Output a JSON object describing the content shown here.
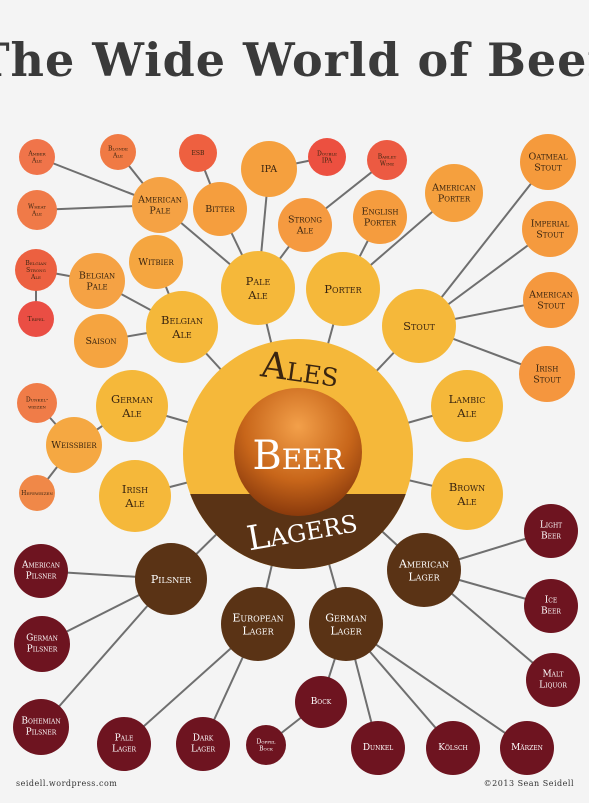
{
  "title": "The Wide World of Beer",
  "footer": {
    "left": "seidell.wordpress.com",
    "right": "©2013 Sean Seidell"
  },
  "colors": {
    "ale_ring": "#f5b83a",
    "ale_parent": "#f5b83a",
    "ale_mid": "#f5a040",
    "ale_leaf": "#f07840",
    "ale_small": "#ec5a3c",
    "lager_band": "#5a3315",
    "lager_parent": "#5a3315",
    "lager_leaf": "#6e1420",
    "beer_core": "#c86a1a",
    "text_dark": "#3a2510",
    "text_light": "#ffffff"
  },
  "center": {
    "core": "Beer",
    "ales": "Ales",
    "lagers": "Lagers"
  },
  "nodes": [
    {
      "id": "amber-ale",
      "label": "Amber Ale",
      "tier": "small"
    },
    {
      "id": "blonde-ale",
      "label": "Blonde Ale",
      "tier": "small"
    },
    {
      "id": "esb",
      "label": "ESB",
      "tier": "small"
    },
    {
      "id": "double-ipa",
      "label": "Double IPA",
      "tier": "small"
    },
    {
      "id": "barley-wine",
      "label": "Barley Wine",
      "tier": "small"
    },
    {
      "id": "wheat-ale",
      "label": "Wheat Ale",
      "tier": "small"
    },
    {
      "id": "american-pale",
      "label": "American Pale",
      "tier": "mid"
    },
    {
      "id": "bitter",
      "label": "Bitter",
      "tier": "mid"
    },
    {
      "id": "ipa",
      "label": "IPA",
      "tier": "mid"
    },
    {
      "id": "strong-ale",
      "label": "Strong Ale",
      "tier": "mid"
    },
    {
      "id": "english-porter",
      "label": "English Porter",
      "tier": "mid"
    },
    {
      "id": "american-porter",
      "label": "American Porter",
      "tier": "mid"
    },
    {
      "id": "oatmeal-stout",
      "label": "Oatmeal Stout",
      "tier": "mid"
    },
    {
      "id": "imperial-stout",
      "label": "Imperial Stout",
      "tier": "mid"
    },
    {
      "id": "american-stout",
      "label": "American Stout",
      "tier": "mid"
    },
    {
      "id": "irish-stout",
      "label": "Irish Stout",
      "tier": "mid"
    },
    {
      "id": "belgian-strong-ale",
      "label": "Belgian Strong Ale",
      "tier": "small"
    },
    {
      "id": "tripel",
      "label": "Tripel",
      "tier": "small"
    },
    {
      "id": "belgian-pale",
      "label": "Belgian Pale",
      "tier": "mid"
    },
    {
      "id": "witbier",
      "label": "Witbier",
      "tier": "mid"
    },
    {
      "id": "saison",
      "label": "Saison",
      "tier": "mid"
    },
    {
      "id": "dunkelweizen",
      "label": "Dunkel-weizen",
      "tier": "small"
    },
    {
      "id": "weissbier",
      "label": "Weissbier",
      "tier": "mid"
    },
    {
      "id": "hefeweizen",
      "label": "Hefeweizen",
      "tier": "small"
    },
    {
      "id": "pale-ale",
      "label": "Pale Ale",
      "tier": "parent"
    },
    {
      "id": "porter",
      "label": "Porter",
      "tier": "parent"
    },
    {
      "id": "stout",
      "label": "Stout",
      "tier": "parent"
    },
    {
      "id": "belgian-ale",
      "label": "Belgian Ale",
      "tier": "parent"
    },
    {
      "id": "german-ale",
      "label": "German Ale",
      "tier": "parent"
    },
    {
      "id": "irish-ale",
      "label": "Irish Ale",
      "tier": "parent"
    },
    {
      "id": "lambic-ale",
      "label": "Lambic Ale",
      "tier": "parent"
    },
    {
      "id": "brown-ale",
      "label": "Brown Ale",
      "tier": "parent"
    },
    {
      "id": "pilsner",
      "label": "Pilsner",
      "tier": "lager-parent"
    },
    {
      "id": "european-lager",
      "label": "European Lager",
      "tier": "lager-parent"
    },
    {
      "id": "german-lager",
      "label": "German Lager",
      "tier": "lager-parent"
    },
    {
      "id": "american-lager",
      "label": "American Lager",
      "tier": "lager-parent"
    },
    {
      "id": "american-pilsner",
      "label": "American Pilsner",
      "tier": "lager-leaf"
    },
    {
      "id": "german-pilsner",
      "label": "German Pilsner",
      "tier": "lager-leaf"
    },
    {
      "id": "bohemian-pilsner",
      "label": "Bohemian Pilsner",
      "tier": "lager-leaf"
    },
    {
      "id": "pale-lager",
      "label": "Pale Lager",
      "tier": "lager-leaf"
    },
    {
      "id": "dark-lager",
      "label": "Dark Lager",
      "tier": "lager-leaf"
    },
    {
      "id": "doppelbock",
      "label": "Doppel Bock",
      "tier": "lager-small"
    },
    {
      "id": "bock",
      "label": "Bock",
      "tier": "lager-leaf"
    },
    {
      "id": "dunkel",
      "label": "Dunkel",
      "tier": "lager-leaf"
    },
    {
      "id": "kolsch",
      "label": "Kölsch",
      "tier": "lager-leaf"
    },
    {
      "id": "marzen",
      "label": "Märzen",
      "tier": "lager-leaf"
    },
    {
      "id": "light-beer",
      "label": "Light Beer",
      "tier": "lager-leaf"
    },
    {
      "id": "ice-beer",
      "label": "Ice Beer",
      "tier": "lager-leaf"
    },
    {
      "id": "malt-liquor",
      "label": "Malt Liquor",
      "tier": "lager-leaf"
    }
  ],
  "edges": [
    [
      "amber-ale",
      "american-pale"
    ],
    [
      "blonde-ale",
      "american-pale"
    ],
    [
      "wheat-ale",
      "american-pale"
    ],
    [
      "american-pale",
      "pale-ale"
    ],
    [
      "esb",
      "bitter"
    ],
    [
      "bitter",
      "pale-ale"
    ],
    [
      "ipa",
      "pale-ale"
    ],
    [
      "double-ipa",
      "ipa"
    ],
    [
      "strong-ale",
      "pale-ale"
    ],
    [
      "barley-wine",
      "strong-ale"
    ],
    [
      "english-porter",
      "porter"
    ],
    [
      "american-porter",
      "porter"
    ],
    [
      "oatmeal-stout",
      "stout"
    ],
    [
      "imperial-stout",
      "stout"
    ],
    [
      "american-stout",
      "stout"
    ],
    [
      "irish-stout",
      "stout"
    ],
    [
      "belgian-strong-ale",
      "belgian-pale"
    ],
    [
      "tripel",
      "belgian-strong-ale"
    ],
    [
      "belgian-pale",
      "belgian-ale"
    ],
    [
      "witbier",
      "belgian-ale"
    ],
    [
      "saison",
      "belgian-ale"
    ],
    [
      "dunkelweizen",
      "weissbier"
    ],
    [
      "hefeweizen",
      "weissbier"
    ],
    [
      "weissbier",
      "german-ale"
    ],
    [
      "pale-ale",
      "center"
    ],
    [
      "porter",
      "center"
    ],
    [
      "stout",
      "center"
    ],
    [
      "belgian-ale",
      "center"
    ],
    [
      "german-ale",
      "center"
    ],
    [
      "irish-ale",
      "center"
    ],
    [
      "lambic-ale",
      "center"
    ],
    [
      "brown-ale",
      "center"
    ],
    [
      "pilsner",
      "center"
    ],
    [
      "european-lager",
      "center"
    ],
    [
      "german-lager",
      "center"
    ],
    [
      "american-lager",
      "center"
    ],
    [
      "american-pilsner",
      "pilsner"
    ],
    [
      "german-pilsner",
      "pilsner"
    ],
    [
      "bohemian-pilsner",
      "pilsner"
    ],
    [
      "pale-lager",
      "european-lager"
    ],
    [
      "dark-lager",
      "european-lager"
    ],
    [
      "doppelbock",
      "bock"
    ],
    [
      "bock",
      "german-lager"
    ],
    [
      "dunkel",
      "german-lager"
    ],
    [
      "kolsch",
      "german-lager"
    ],
    [
      "marzen",
      "german-lager"
    ],
    [
      "light-beer",
      "american-lager"
    ],
    [
      "ice-beer",
      "american-lager"
    ],
    [
      "malt-liquor",
      "american-lager"
    ]
  ]
}
